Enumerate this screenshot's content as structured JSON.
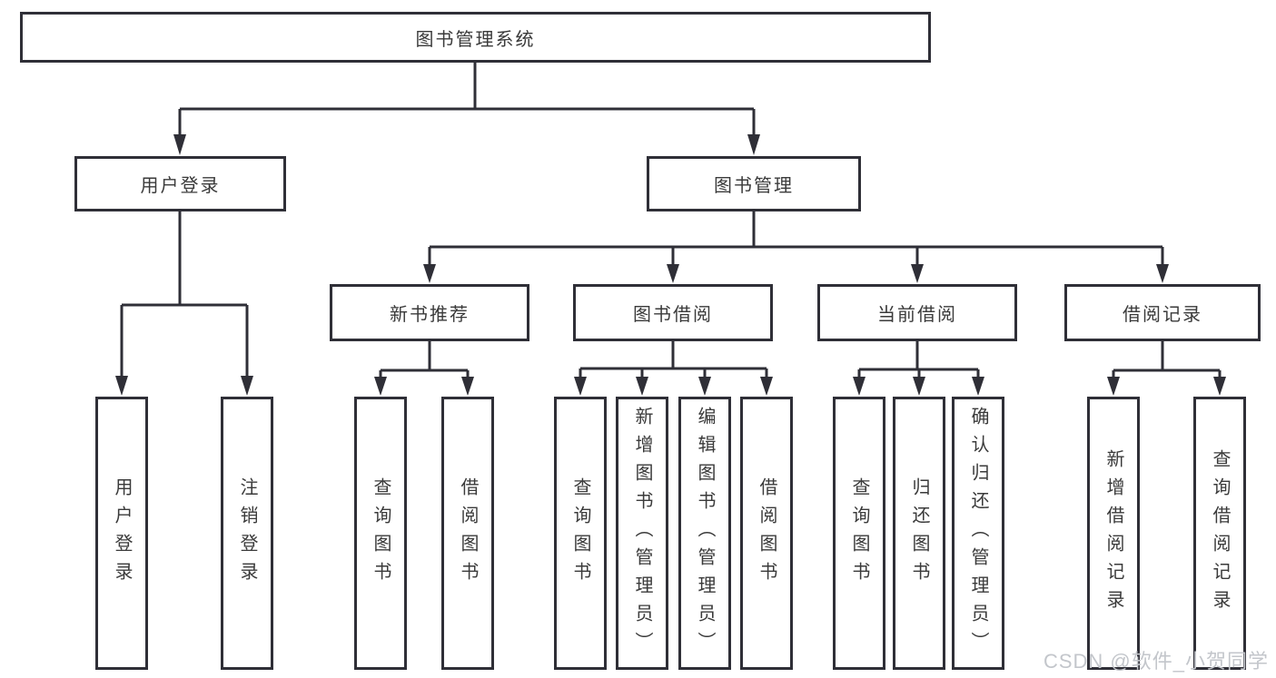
{
  "colors": {
    "line": "#2f2f37",
    "text": "#3a3a3a",
    "watermark": "#c3c6cb"
  },
  "tree": {
    "root": {
      "label": "图书管理系统",
      "children": [
        {
          "label": "用户登录",
          "children": [
            {
              "label": "用户登录"
            },
            {
              "label": "注销登录"
            }
          ]
        },
        {
          "label": "图书管理",
          "children": [
            {
              "label": "新书推荐",
              "children": [
                {
                  "label": "查询图书"
                },
                {
                  "label": "借阅图书"
                }
              ]
            },
            {
              "label": "图书借阅",
              "children": [
                {
                  "label": "查询图书"
                },
                {
                  "label": "新增图书（管理员）"
                },
                {
                  "label": "编辑图书（管理员）"
                },
                {
                  "label": "借阅图书"
                }
              ]
            },
            {
              "label": "当前借阅",
              "children": [
                {
                  "label": "查询图书"
                },
                {
                  "label": "归还图书"
                },
                {
                  "label": "确认归还（管理员）"
                }
              ]
            },
            {
              "label": "借阅记录",
              "children": [
                {
                  "label": "新增借阅记录"
                },
                {
                  "label": "查询借阅记录"
                }
              ]
            }
          ]
        }
      ]
    }
  },
  "watermark": {
    "text": "CSDN @软件_小贺同学"
  }
}
